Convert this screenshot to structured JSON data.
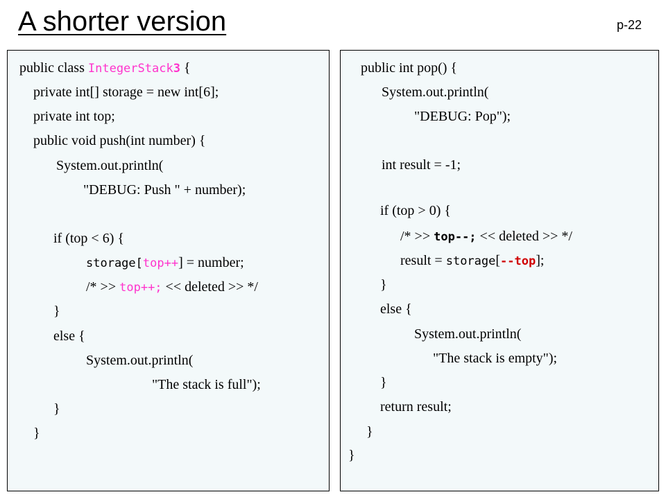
{
  "slide": {
    "title": "A shorter version",
    "page_label": "p-22"
  },
  "left_code": {
    "l1_pre": "public class ",
    "l1_class": "IntegerStack",
    "l1_num": "3",
    "l1_post": " {",
    "l2": "private int[] storage = new int[6];",
    "l3": "private int top;",
    "l4": "public void push(int number) {",
    "l5": "System.out.println(",
    "l6": "\"DEBUG: Push \" + number);",
    "l7": "if (top < 6) {",
    "l8_a": "storage[",
    "l8_b": "top++",
    "l8_c": "] = number;",
    "l9_a": "/* >> ",
    "l9_b": "top++;",
    "l9_c": " << deleted >> */",
    "l10": "}",
    "l11": "else {",
    "l12": "System.out.println(",
    "l13": "\"The stack is full\");",
    "l14": "}",
    "l15": "}"
  },
  "right_code": {
    "r1": "public int pop() {",
    "r2": "System.out.println(",
    "r3": "\"DEBUG: Pop\");",
    "r4": "int result = -1;",
    "r5": "if (top > 0) {",
    "r6_a": "/* >> ",
    "r6_b": "top--;",
    "r6_c": " << deleted >> */",
    "r7_a": "result = ",
    "r7_b": "storage",
    "r7_c": "[",
    "r7_d": "--top",
    "r7_e": "];",
    "r8": "}",
    "r9": "else {",
    "r10": "System.out.println(",
    "r11": "\"The stack is empty\");",
    "r12": "}",
    "r13": "return result;",
    "r14": "}",
    "r15": "}"
  },
  "colors": {
    "highlight": "#ff33cc",
    "panel_bg": "#f3f9fa"
  }
}
